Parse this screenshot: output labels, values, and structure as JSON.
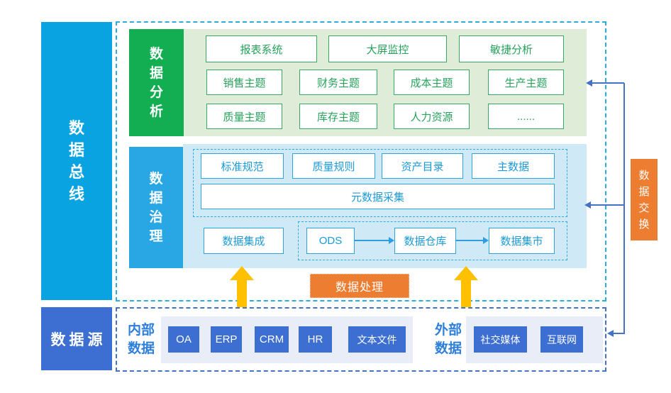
{
  "bus": {
    "label": "数据总线"
  },
  "source": {
    "label": "数据源"
  },
  "analysis": {
    "label": "数据分析",
    "row1": [
      "报表系统",
      "大屏监控",
      "敏捷分析"
    ],
    "row2": [
      "销售主题",
      "财务主题",
      "成本主题",
      "生产主题"
    ],
    "row3": [
      "质量主题",
      "库存主题",
      "人力资源",
      "......"
    ]
  },
  "governance": {
    "label": "数据治理",
    "tools": [
      "标准规范",
      "质量规则",
      "资产目录",
      "主数据"
    ],
    "metadata_box": "元数据采集",
    "integration_box": "数据集成",
    "pipeline": [
      "ODS",
      "数据仓库",
      "数据集市"
    ]
  },
  "processing": {
    "label": "数据处理"
  },
  "exchange": {
    "label": "数据交换"
  },
  "datasources": {
    "internal_label": "内部数据",
    "internal_items": [
      "OA",
      "ERP",
      "CRM",
      "HR",
      "文本文件"
    ],
    "external_label": "外部数据",
    "external_items": [
      "社交媒体",
      "互联网"
    ]
  },
  "colors": {
    "cyan": "#09a3e2",
    "green": "#13ad52",
    "light_green": "#dfedd8",
    "light_blue": "#cfe9f7",
    "royal_blue": "#3d6fd3",
    "lavender": "#e9edf8",
    "orange": "#ed7d31",
    "yellow": "#ffc000",
    "connector_blue": "#4472c4",
    "green_text": "#27a25c",
    "blue_text": "#1c9ad6"
  }
}
